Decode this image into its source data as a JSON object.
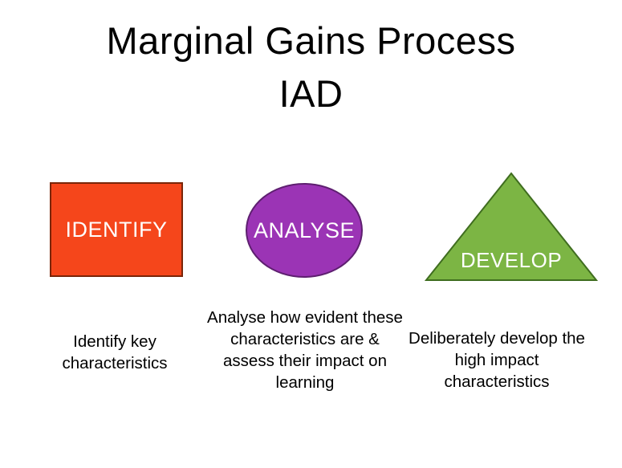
{
  "title": {
    "line1": "Marginal Gains Process",
    "line2": "IAD"
  },
  "steps": [
    {
      "label": "IDENTIFY",
      "shape": "rectangle",
      "fill": "#F5461B",
      "border": "#7A2508",
      "caption": "Identify key characteristics"
    },
    {
      "label": "ANALYSE",
      "shape": "ellipse",
      "fill": "#9B34B5",
      "border": "#5E1F70",
      "caption": "Analyse how evident these characteristics are & assess their impact on learning"
    },
    {
      "label": "DEVELOP",
      "shape": "triangle",
      "fill": "#7CB544",
      "border": "#3F6D1F",
      "caption": "Deliberately develop the high impact characteristics"
    }
  ]
}
